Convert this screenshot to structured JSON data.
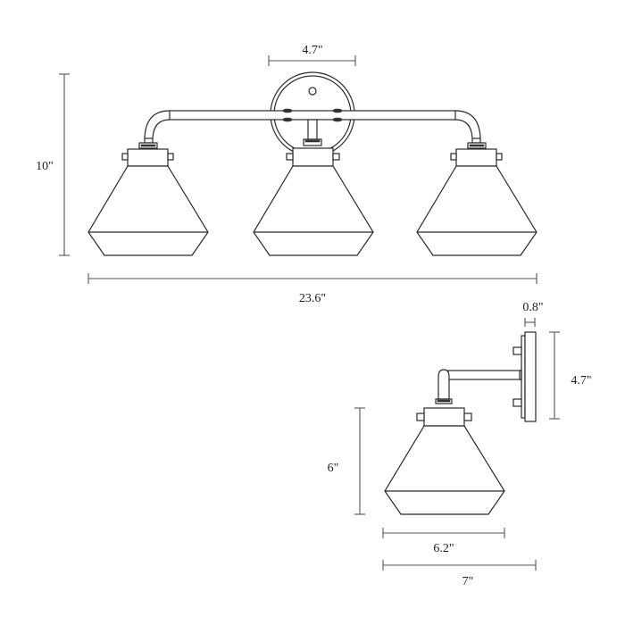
{
  "diagram": {
    "subject": "Three-light vanity wall fixture with cone glass shades — dimension drawing",
    "views": {
      "front": {
        "label": "front-view",
        "dimensions": {
          "backplate_width": "4.7\"",
          "height": "10\"",
          "overall_width": "23.6\""
        },
        "shade_count": 3
      },
      "side": {
        "label": "side-view",
        "dimensions": {
          "backplate_depth": "0.8\"",
          "backplate_height": "4.7\"",
          "shade_height": "6\"",
          "shade_width": "6.2\"",
          "extension": "7\""
        }
      }
    },
    "colors": {
      "line": "#2a2a2a",
      "dimension_line": "#555555",
      "background": "#ffffff"
    }
  }
}
